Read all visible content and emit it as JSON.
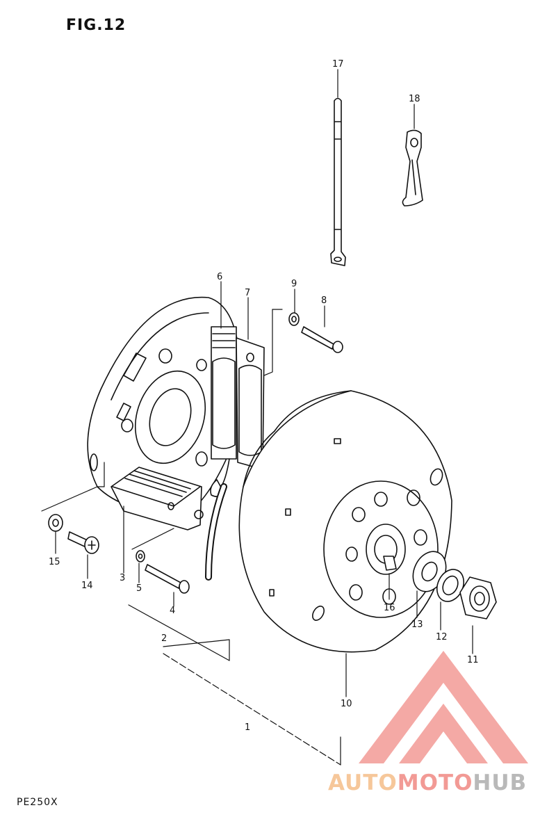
{
  "figure": {
    "title": "FIG.12",
    "model": "PE250X",
    "part_labels": [
      "1",
      "2",
      "3",
      "4",
      "5",
      "6",
      "7",
      "8",
      "9",
      "10",
      "11",
      "12",
      "13",
      "14",
      "15",
      "16",
      "17",
      "18"
    ]
  },
  "watermark": {
    "text_part1": "AUTO",
    "text_part2": "MOTO",
    "text_part3": "HUB",
    "color_orange": "#f6c79a",
    "color_red": "#f29a95",
    "color_gray": "#b9b9b9"
  },
  "colors": {
    "line": "#111111",
    "background": "#ffffff"
  }
}
